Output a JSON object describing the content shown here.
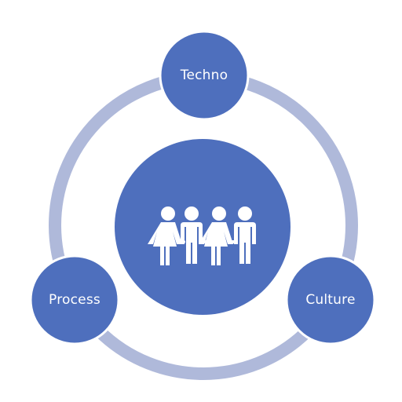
{
  "diagram": {
    "nodes": {
      "top": {
        "label": "Techno"
      },
      "left": {
        "label": "Process"
      },
      "right": {
        "label": "Culture"
      }
    },
    "center": {
      "icon": "people-group-icon"
    },
    "colors": {
      "ring": "#afb9da",
      "node_fill": "#4e6fbd",
      "node_stroke": "#ffffff",
      "center_fill": "#4e6fbd",
      "icon": "#ffffff"
    }
  }
}
